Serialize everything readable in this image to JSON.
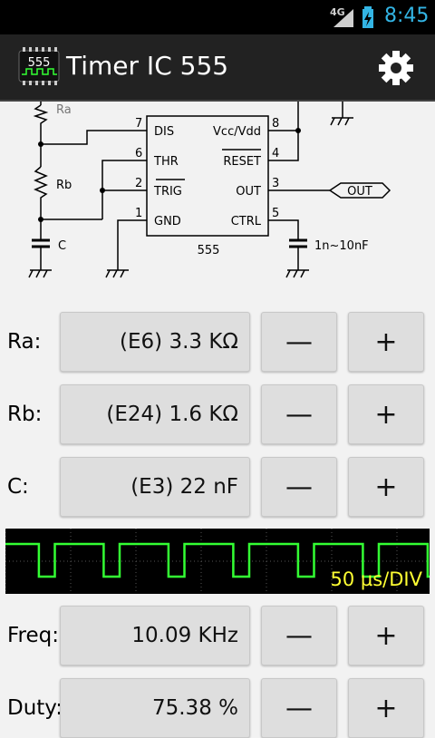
{
  "status": {
    "network": "4G",
    "time": "8:45"
  },
  "app": {
    "title": "Timer IC 555",
    "icon_label": "555"
  },
  "schematic": {
    "pins": {
      "p7": "7",
      "p6": "6",
      "p2": "2",
      "p1": "1",
      "p8": "8",
      "p4": "4",
      "p3": "3",
      "p5": "5"
    },
    "labels": {
      "dis": "DIS",
      "thr": "THR",
      "trig": "TRIG",
      "gnd": "GND",
      "vcc": "Vcc/Vdd",
      "reset": "RESET",
      "out": "OUT",
      "ctrl": "CTRL",
      "chip": "555",
      "ra": "Ra",
      "rb": "Rb",
      "c": "C",
      "out_tag": "OUT",
      "ctrl_cap": "1n~10nF"
    }
  },
  "rows": {
    "ra": {
      "label": "Ra:",
      "value": "(E6)  3.3 KΩ",
      "minus": "—",
      "plus": "+"
    },
    "rb": {
      "label": "Rb:",
      "value": "(E24)  1.6 KΩ",
      "minus": "—",
      "plus": "+"
    },
    "c": {
      "label": "C:",
      "value": "(E3)  22 nF",
      "minus": "—",
      "plus": "+"
    },
    "freq": {
      "label": "Freq:",
      "value": "10.09 KHz",
      "minus": "—",
      "plus": "+"
    },
    "duty": {
      "label": "Duty:",
      "value": "75.38 %",
      "minus": "—",
      "plus": "+"
    }
  },
  "scope": {
    "timebase": "50 µs/DIV",
    "trace_color": "#33ff33",
    "duty_fraction": 0.7538
  }
}
